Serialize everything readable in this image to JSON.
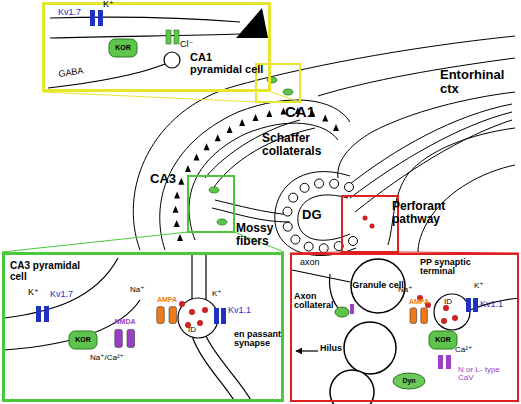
{
  "diagram": {
    "nodes": [
      {
        "text": [
          "CA1 pyramidal cell"
        ]
      },
      {
        "text": [
          "KOR"
        ],
        "in": 0
      },
      {
        "text": [
          "CA3 pyramidal cell"
        ]
      },
      {
        "text": [
          "KOR"
        ],
        "in": 2
      },
      {
        "text": [
          "NMDA"
        ],
        "in": 2
      },
      {
        "text": [
          "AMPA"
        ],
        "in": 2
      },
      {
        "text": [
          "PP synaptic terminal"
        ]
      },
      {
        "text": [
          "Granule cell"
        ],
        "in": 6
      },
      {
        "text": [
          "KOR"
        ],
        "in": 6
      },
      {
        "text": [
          "AMPA"
        ],
        "in": 6
      },
      {
        "text": [
          "Dyn"
        ],
        "in": 6
      }
    ],
    "labels": [
      "K⁺",
      "Kv1.7",
      "Cl⁻",
      "GABA",
      "CA1",
      "Schaffer collaterals",
      "Entorhinal ctx",
      "DG",
      "Perforant pathway",
      "CA3",
      "Mossy fibers",
      "K⁺",
      "Kv1.7",
      "Na⁺/Ca²⁺",
      "Na⁺",
      "K⁺",
      "Kv1.1",
      "ID",
      "en passant synapse",
      "axon",
      "Axon collateral",
      "Na⁺",
      "Hilus",
      "K⁺",
      "Kv1.1",
      "ID",
      "Ca²⁺",
      "N or L- type CaV"
    ]
  }
}
